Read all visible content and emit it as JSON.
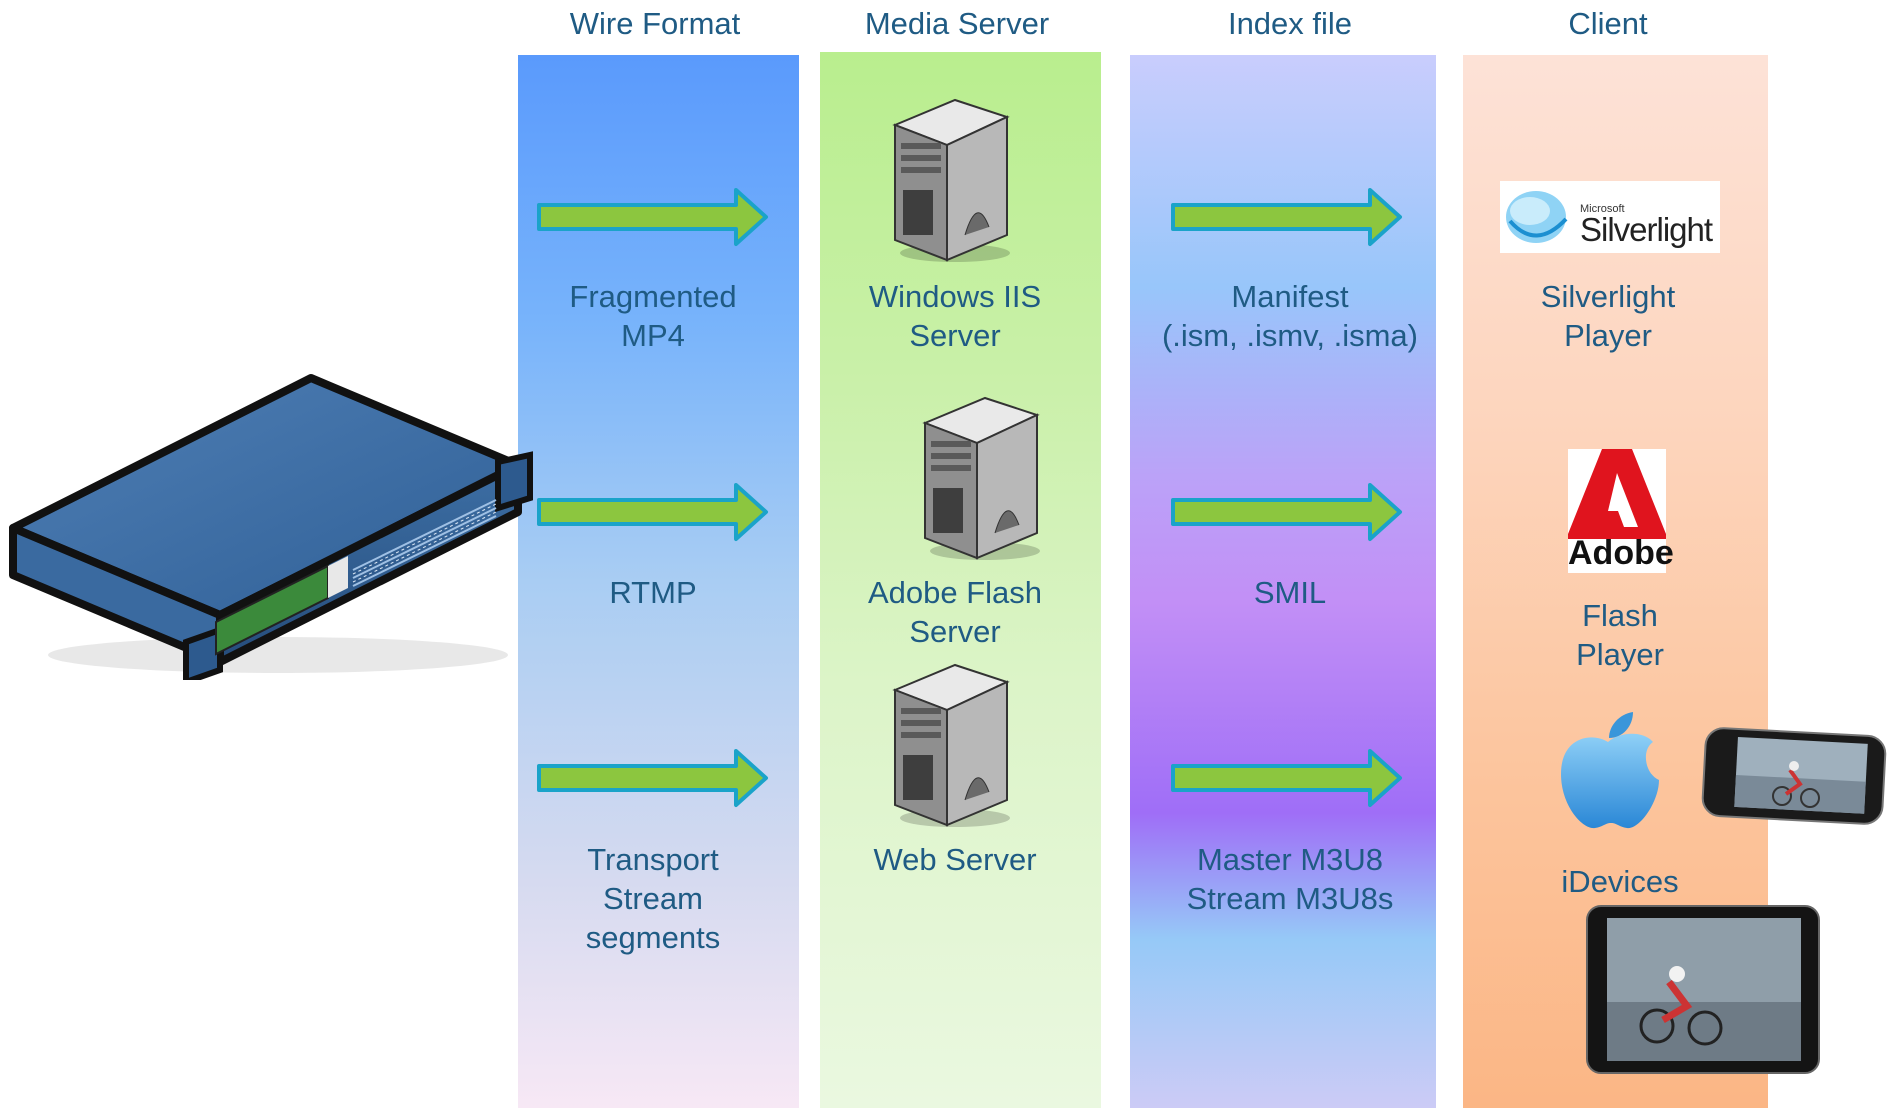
{
  "headers": {
    "wire_format": "Wire Format",
    "media_server": "Media Server",
    "index_file": "Index file",
    "client": "Client"
  },
  "wire_format": {
    "fragmented": "Fragmented\nMP4",
    "rtmp": "RTMP",
    "transport": "Transport\nStream\nsegments"
  },
  "media_server": {
    "iis": "Windows IIS\nServer",
    "flash": "Adobe Flash\nServer",
    "web": "Web Server"
  },
  "index_file": {
    "manifest": "Manifest\n(.ism, .ismv, .isma)",
    "smil": "SMIL",
    "m3u8": "Master M3U8\nStream M3U8s"
  },
  "client": {
    "silverlight": "Silverlight\nPlayer",
    "flash": "Flash\nPlayer",
    "idevices": "iDevices"
  },
  "logos": {
    "silverlight_brand": "Microsoft",
    "silverlight_word": "Silverlight",
    "adobe_word": "Adobe"
  },
  "colors": {
    "text": "#1f5b84",
    "arrow_fill": "#8cc63f",
    "arrow_stroke": "#1aa3c9"
  },
  "icons": [
    "encoder-appliance",
    "arrow-right-icon",
    "server-tower-icon",
    "silverlight-logo",
    "adobe-logo",
    "apple-logo",
    "iphone-image",
    "ipad-image"
  ]
}
